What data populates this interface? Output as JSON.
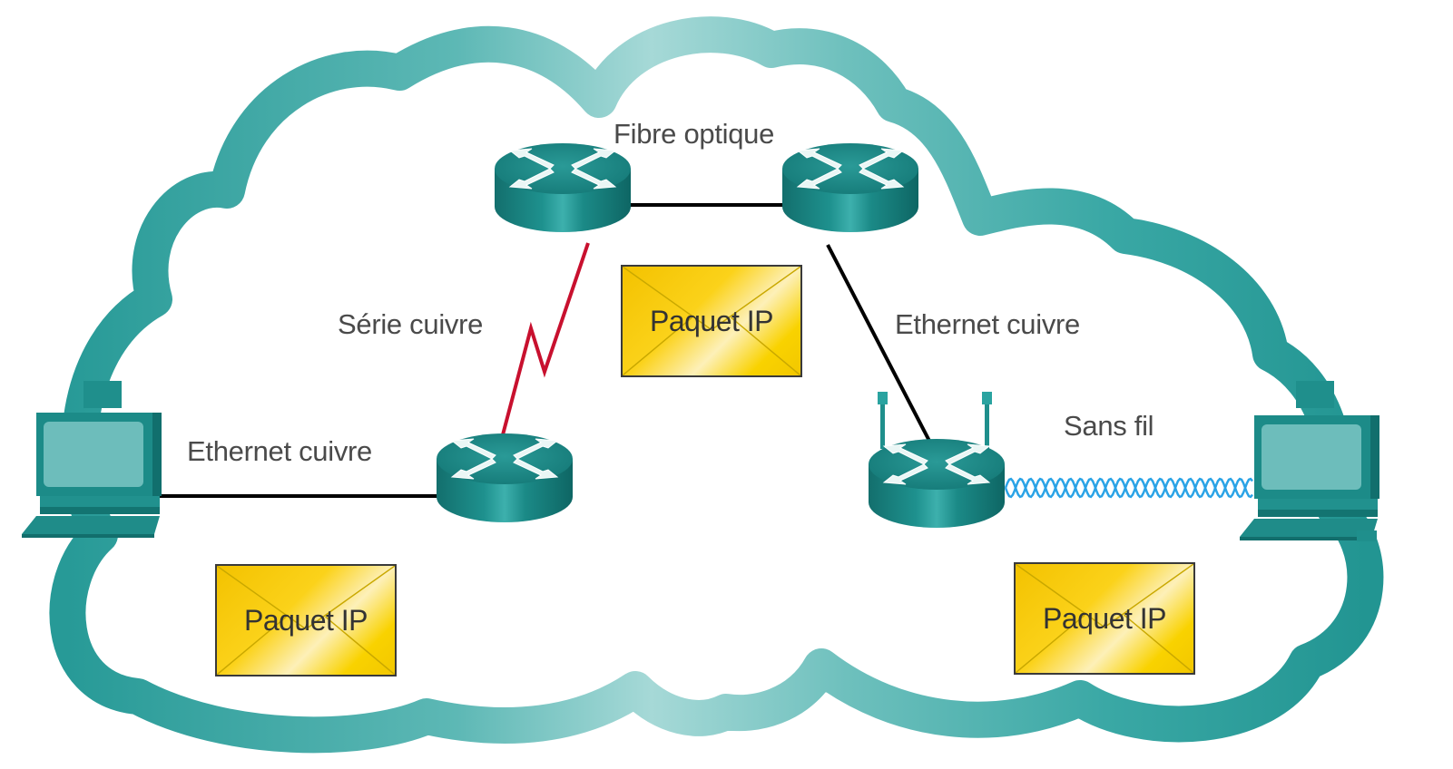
{
  "diagram": {
    "type": "network-cloud",
    "colors": {
      "device_teal": "#1f8f8c",
      "cloud_teal": "#2ea3a0",
      "cloud_light": "#a9dbd9",
      "serial_link": "#c8102e",
      "wired_link": "#000000",
      "wireless_link": "#2aa3e6",
      "packet_yellow": "#f9d200",
      "label_text": "#4a4a4a"
    },
    "labels": {
      "fibre": "Fibre optique",
      "serial": "Série cuivre",
      "ethernet_right": "Ethernet cuivre",
      "ethernet_left": "Ethernet cuivre",
      "wireless": "Sans fil"
    },
    "packets": [
      {
        "label": "Paquet IP"
      },
      {
        "label": "Paquet IP"
      },
      {
        "label": "Paquet IP"
      }
    ],
    "nodes": [
      {
        "id": "pc-left",
        "kind": "pc"
      },
      {
        "id": "router-bottom-left",
        "kind": "router"
      },
      {
        "id": "router-top-left",
        "kind": "router"
      },
      {
        "id": "router-top-right",
        "kind": "router"
      },
      {
        "id": "wireless-router",
        "kind": "wireless-router"
      },
      {
        "id": "pc-right",
        "kind": "pc"
      }
    ],
    "links": [
      {
        "from": "pc-left",
        "to": "router-bottom-left",
        "medium": "Ethernet cuivre"
      },
      {
        "from": "router-bottom-left",
        "to": "router-top-left",
        "medium": "Série cuivre"
      },
      {
        "from": "router-top-left",
        "to": "router-top-right",
        "medium": "Fibre optique"
      },
      {
        "from": "router-top-right",
        "to": "wireless-router",
        "medium": "Ethernet cuivre"
      },
      {
        "from": "wireless-router",
        "to": "pc-right",
        "medium": "Sans fil"
      }
    ]
  }
}
